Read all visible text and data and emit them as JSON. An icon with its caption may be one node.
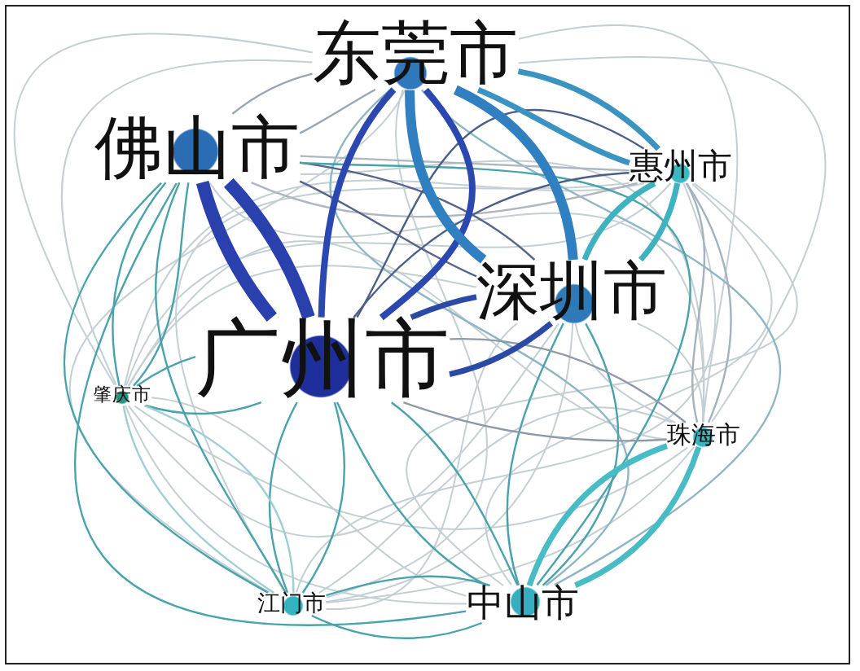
{
  "diagram": {
    "nodes": [
      {
        "text": [
          "东莞市"
        ]
      },
      {
        "text": [
          "佛山市"
        ]
      },
      {
        "text": [
          "惠州市"
        ]
      },
      {
        "text": [
          "深圳市"
        ]
      },
      {
        "text": [
          "广州市"
        ]
      },
      {
        "text": [
          "肇庆市"
        ]
      },
      {
        "text": [
          "珠海市"
        ]
      },
      {
        "text": [
          "江门市"
        ]
      },
      {
        "text": [
          "中山市"
        ]
      }
    ],
    "edges": [
      {
        "from": 0,
        "to": 1,
        "arrow": "none",
        "color": "#9aa5b3"
      },
      {
        "from": 1,
        "to": 0,
        "arrow": "none",
        "color": "#9aa5b3"
      },
      {
        "from": 0,
        "to": 2,
        "arrow": "none",
        "style": "thick",
        "color": "#3a93c0"
      },
      {
        "from": 2,
        "to": 0,
        "arrow": "none",
        "style": "thick",
        "color": "#3a93c0"
      },
      {
        "from": 0,
        "to": 3,
        "arrow": "none",
        "style": "thick",
        "color": "#2f7fc1"
      },
      {
        "from": 3,
        "to": 0,
        "arrow": "none",
        "style": "thick",
        "color": "#2f7fc1"
      },
      {
        "from": 0,
        "to": 4,
        "arrow": "none",
        "style": "thick",
        "color": "#2a48b0"
      },
      {
        "from": 4,
        "to": 0,
        "arrow": "none",
        "style": "thick",
        "color": "#2a48b0"
      },
      {
        "from": 0,
        "to": 5,
        "arrow": "none"
      },
      {
        "from": 5,
        "to": 0,
        "arrow": "none"
      },
      {
        "from": 0,
        "to": 6,
        "arrow": "none"
      },
      {
        "from": 6,
        "to": 0,
        "arrow": "none"
      },
      {
        "from": 0,
        "to": 7,
        "arrow": "none"
      },
      {
        "from": 7,
        "to": 0,
        "arrow": "none"
      },
      {
        "from": 0,
        "to": 8,
        "arrow": "none",
        "color": "#8fb6c4"
      },
      {
        "from": 8,
        "to": 0,
        "arrow": "none",
        "color": "#8fb6c4"
      },
      {
        "from": 1,
        "to": 2,
        "arrow": "none",
        "color": "#aeb6bf"
      },
      {
        "from": 2,
        "to": 1,
        "arrow": "none",
        "color": "#aeb6bf"
      },
      {
        "from": 1,
        "to": 3,
        "arrow": "none",
        "color": "#56638c"
      },
      {
        "from": 3,
        "to": 1,
        "arrow": "none",
        "color": "#56638c"
      },
      {
        "from": 1,
        "to": 4,
        "arrow": "none",
        "style": "thick",
        "color": "#2940ad"
      },
      {
        "from": 4,
        "to": 1,
        "arrow": "none",
        "style": "thick",
        "color": "#2940ad"
      },
      {
        "from": 1,
        "to": 5,
        "arrow": "none",
        "color": "#4aa3ab"
      },
      {
        "from": 5,
        "to": 1,
        "arrow": "none",
        "color": "#4aa3ab"
      },
      {
        "from": 1,
        "to": 6,
        "arrow": "none"
      },
      {
        "from": 6,
        "to": 1,
        "arrow": "none"
      },
      {
        "from": 1,
        "to": 7,
        "arrow": "none",
        "color": "#4aa3ab"
      },
      {
        "from": 7,
        "to": 1,
        "arrow": "none",
        "color": "#4aa3ab"
      },
      {
        "from": 1,
        "to": 8,
        "arrow": "none",
        "color": "#4aa3ab"
      },
      {
        "from": 8,
        "to": 1,
        "arrow": "none",
        "color": "#4aa3ab"
      },
      {
        "from": 2,
        "to": 3,
        "arrow": "none",
        "style": "thick",
        "color": "#3eb2bf"
      },
      {
        "from": 3,
        "to": 2,
        "arrow": "none",
        "style": "thick",
        "color": "#3eb2bf"
      },
      {
        "from": 2,
        "to": 4,
        "arrow": "none",
        "color": "#4c5e88"
      },
      {
        "from": 4,
        "to": 2,
        "arrow": "none",
        "color": "#4c5e88"
      },
      {
        "from": 2,
        "to": 5,
        "arrow": "none"
      },
      {
        "from": 5,
        "to": 2,
        "arrow": "none"
      },
      {
        "from": 2,
        "to": 6,
        "arrow": "none",
        "color": "#a3b2bd"
      },
      {
        "from": 6,
        "to": 2,
        "arrow": "none",
        "color": "#a3b2bd"
      },
      {
        "from": 2,
        "to": 7,
        "arrow": "none"
      },
      {
        "from": 7,
        "to": 2,
        "arrow": "none"
      },
      {
        "from": 2,
        "to": 8,
        "arrow": "none"
      },
      {
        "from": 8,
        "to": 2,
        "arrow": "none"
      },
      {
        "from": 3,
        "to": 4,
        "arrow": "none",
        "style": "thick",
        "color": "#2b4aa6"
      },
      {
        "from": 4,
        "to": 3,
        "arrow": "none",
        "style": "thick",
        "color": "#2b4aa6"
      },
      {
        "from": 3,
        "to": 5,
        "arrow": "none"
      },
      {
        "from": 5,
        "to": 3,
        "arrow": "none"
      },
      {
        "from": 3,
        "to": 6,
        "arrow": "none"
      },
      {
        "from": 6,
        "to": 3,
        "arrow": "none"
      },
      {
        "from": 3,
        "to": 7,
        "arrow": "none"
      },
      {
        "from": 7,
        "to": 3,
        "arrow": "none"
      },
      {
        "from": 3,
        "to": 8,
        "arrow": "none",
        "color": "#4aa3ab"
      },
      {
        "from": 8,
        "to": 3,
        "arrow": "none",
        "color": "#4aa3ab"
      },
      {
        "from": 4,
        "to": 5,
        "arrow": "none",
        "color": "#4aa3ab"
      },
      {
        "from": 5,
        "to": 4,
        "arrow": "none",
        "color": "#4aa3ab"
      },
      {
        "from": 4,
        "to": 6,
        "arrow": "none",
        "color": "#8f9aa8"
      },
      {
        "from": 6,
        "to": 4,
        "arrow": "none",
        "color": "#8f9aa8"
      },
      {
        "from": 4,
        "to": 7,
        "arrow": "none",
        "color": "#4aa3ab"
      },
      {
        "from": 7,
        "to": 4,
        "arrow": "none",
        "color": "#4aa3ab"
      },
      {
        "from": 4,
        "to": 8,
        "arrow": "none",
        "color": "#4aa3ab"
      },
      {
        "from": 8,
        "to": 4,
        "arrow": "none",
        "color": "#4aa3ab"
      },
      {
        "from": 5,
        "to": 6,
        "arrow": "none"
      },
      {
        "from": 6,
        "to": 5,
        "arrow": "none"
      },
      {
        "from": 5,
        "to": 7,
        "arrow": "none",
        "color": "#9fcfd2"
      },
      {
        "from": 7,
        "to": 5,
        "arrow": "none",
        "color": "#9fcfd2"
      },
      {
        "from": 5,
        "to": 8,
        "arrow": "none"
      },
      {
        "from": 8,
        "to": 5,
        "arrow": "none"
      },
      {
        "from": 6,
        "to": 7,
        "arrow": "none"
      },
      {
        "from": 7,
        "to": 6,
        "arrow": "none"
      },
      {
        "from": 6,
        "to": 8,
        "arrow": "none",
        "style": "thick",
        "color": "#48bcc4"
      },
      {
        "from": 8,
        "to": 6,
        "arrow": "none",
        "style": "thick",
        "color": "#48bcc4"
      },
      {
        "from": 7,
        "to": 8,
        "arrow": "none",
        "color": "#4aa3ab"
      },
      {
        "from": 8,
        "to": 7,
        "arrow": "none",
        "color": "#4aa3ab"
      }
    ]
  }
}
